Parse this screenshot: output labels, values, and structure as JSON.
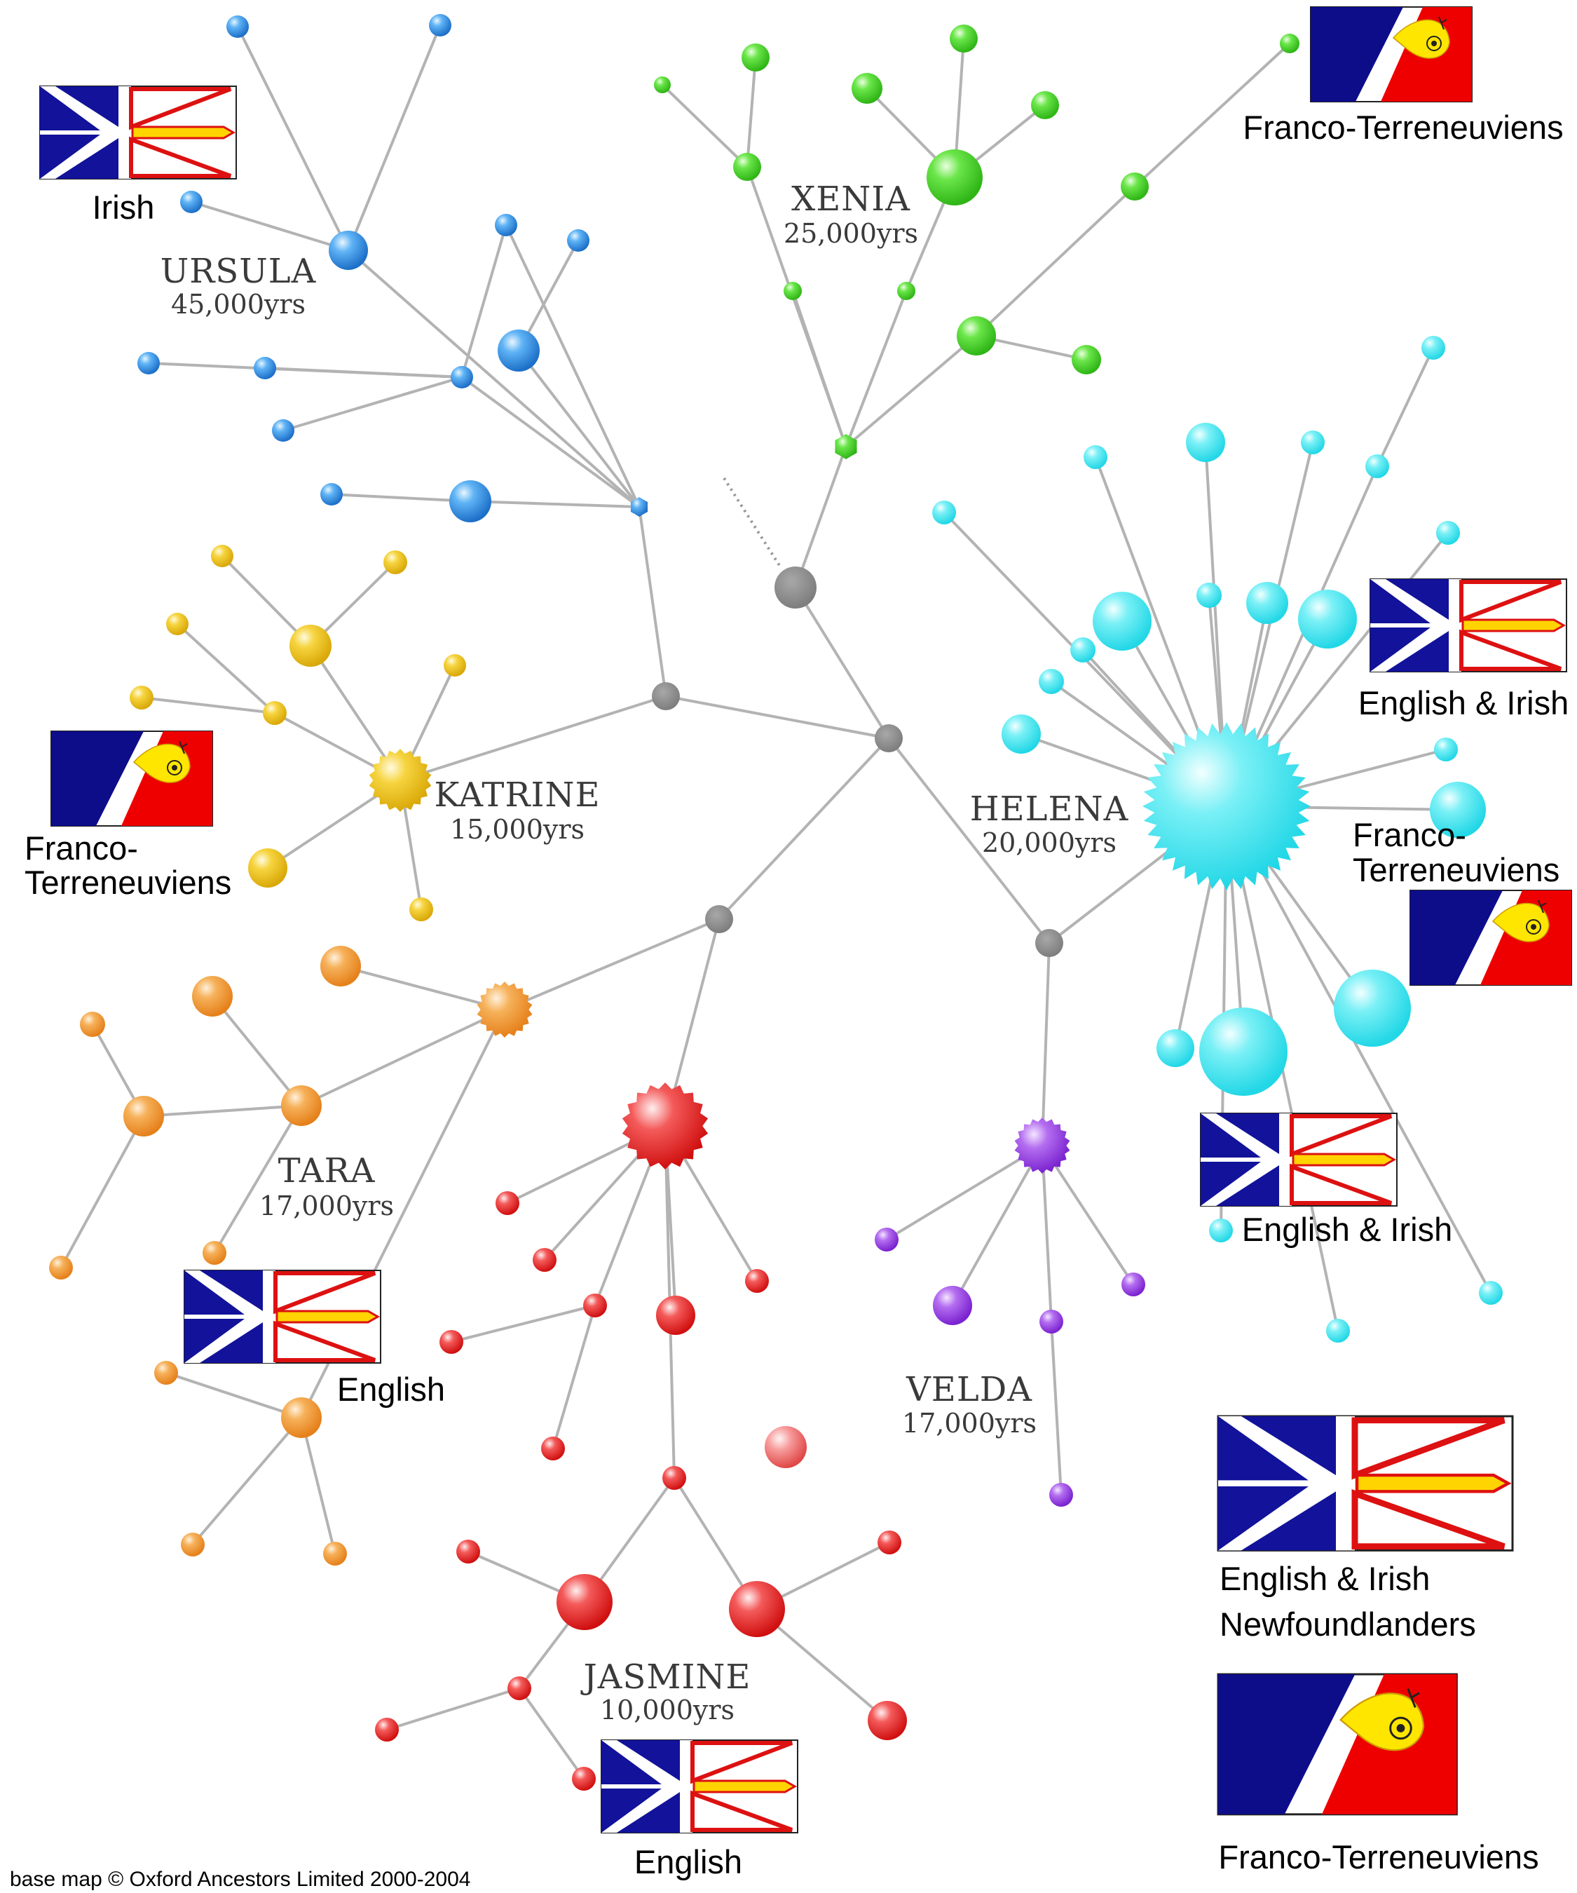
{
  "clans": {
    "ursula": {
      "name": "URSULA",
      "age": "45,000yrs",
      "color": "#2f8fe0"
    },
    "xenia": {
      "name": "XENIA",
      "age": "25,000yrs",
      "color": "#45d52a"
    },
    "katrine": {
      "name": "KATRINE",
      "age": "15,000yrs",
      "color": "#f1c21b"
    },
    "helena": {
      "name": "HELENA",
      "age": "20,000yrs",
      "color": "#35e6ef"
    },
    "tara": {
      "name": "TARA",
      "age": "17,000yrs",
      "color": "#f39a2c"
    },
    "velda": {
      "name": "VELDA",
      "age": "17,000yrs",
      "color": "#9a3fe6"
    },
    "jasmine": {
      "name": "JASMINE",
      "age": "10,000yrs",
      "color": "#ee2222"
    }
  },
  "labels": {
    "irish": "Irish",
    "franco_top": "Franco-Terreneuviens",
    "franco_left_1": "Franco-",
    "franco_left_2": "Terreneuviens",
    "english_irish_1": "English & Irish",
    "franco_right_1": "Franco-",
    "franco_right_2": "Terreneuviens",
    "english_irish_2": "English & Irish",
    "english_tara": "English",
    "english_jasmine": "English"
  },
  "legend": {
    "nl_line1": "English & Irish",
    "nl_line2": "Newfoundlanders",
    "franco": "Franco-Terreneuviens"
  },
  "footer": {
    "copyright": "base map © Oxford Ancestors Limited 2000-2004"
  },
  "colors": {
    "edge": "#b3b3b3",
    "hub": "#8a8a8a",
    "nl_blue": "#12129a",
    "nl_red": "#dd1111",
    "nl_gold": "#ffd400",
    "franco_blue": "#0d0d8a",
    "franco_red": "#ee0000",
    "franco_yellow": "#ffe600"
  }
}
